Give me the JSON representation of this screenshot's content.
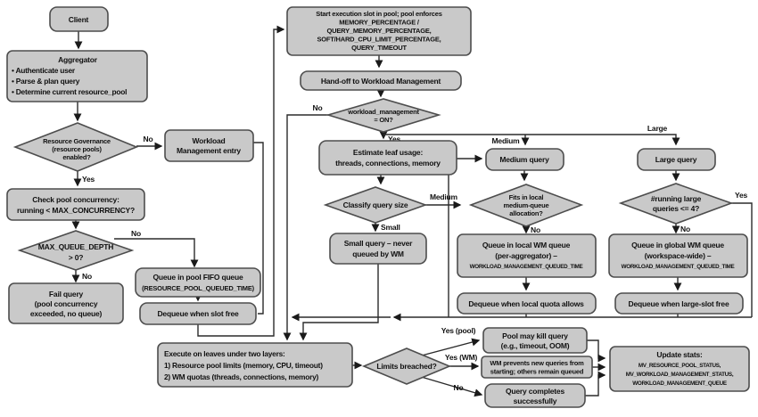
{
  "colors": {
    "node_fill": "#c9c9c9",
    "node_stroke": "#4d4d4d",
    "edge": "#2b2b2b",
    "text": "#111111",
    "background": "#ffffff"
  },
  "labels": {
    "yes": "Yes",
    "no": "No",
    "small": "Small",
    "medium": "Medium",
    "large": "Large",
    "yes_pool": "Yes (pool)",
    "yes_wm": "Yes (WM)"
  },
  "nodes": {
    "client": {
      "lines": [
        "Client"
      ]
    },
    "aggregator": {
      "lines": [
        "Aggregator",
        "• Authenticate user",
        "• Parse & plan query",
        "• Determine current resource_pool"
      ]
    },
    "rg": {
      "lines": [
        "Resource Governance",
        "(resource pools)",
        "enabled?"
      ]
    },
    "wm_entry": {
      "lines": [
        "Workload",
        "Management entry"
      ]
    },
    "check_pool": {
      "lines": [
        "Check pool concurrency:",
        "running < MAX_CONCURRENCY?"
      ]
    },
    "max_queue": {
      "lines": [
        "MAX_QUEUE_DEPTH",
        "> 0?"
      ]
    },
    "fail_query": {
      "lines": [
        "Fail query",
        "(pool concurrency",
        "exceeded, no queue)"
      ]
    },
    "fifo_queue": {
      "lines": [
        "Queue in pool FIFO queue",
        "(RESOURCE_POOL_QUEUED_TIME)"
      ]
    },
    "dequeue_slot": {
      "lines": [
        "Dequeue when slot free"
      ]
    },
    "start_slot": {
      "lines": [
        "Start execution slot in pool; pool enforces",
        "MEMORY_PERCENTAGE /",
        "QUERY_MEMORY_PERCENTAGE,",
        "SOFT/HARD_CPU_LIMIT_PERCENTAGE,",
        "QUERY_TIMEOUT"
      ]
    },
    "handoff": {
      "lines": [
        "Hand-off to Workload Management"
      ]
    },
    "wm_on": {
      "lines": [
        "workload_management",
        "= ON?"
      ]
    },
    "estimate": {
      "lines": [
        "Estimate leaf usage:",
        "threads, connections, memory"
      ]
    },
    "classify": {
      "lines": [
        "Classify query size"
      ]
    },
    "small_query": {
      "lines": [
        "Small query – never",
        "queued by WM"
      ]
    },
    "medium_query": {
      "lines": [
        "Medium query"
      ]
    },
    "fits_local": {
      "lines": [
        "Fits in local",
        "medium-queue",
        "allocation?"
      ]
    },
    "queue_local": {
      "lines": [
        "Queue in local WM queue",
        "(per-aggregator) –",
        "WORKLOAD_MANAGEMENT_QUEUED_TIME"
      ]
    },
    "dequeue_local": {
      "lines": [
        "Dequeue when local quota allows"
      ]
    },
    "large_query": {
      "lines": [
        "Large query"
      ]
    },
    "large_running": {
      "lines": [
        "#running large",
        "queries <= 4?"
      ]
    },
    "queue_global": {
      "lines": [
        "Queue in global WM queue",
        "(workspace-wide) –",
        "WORKLOAD_MANAGEMENT_QUEUED_TIME"
      ]
    },
    "dequeue_large": {
      "lines": [
        "Dequeue when large-slot free"
      ]
    },
    "execute": {
      "lines": [
        "Execute on leaves under two layers:",
        "1) Resource pool limits (memory, CPU, timeout)",
        "2) WM quotas (threads, connections, memory)"
      ]
    },
    "limits": {
      "lines": [
        "Limits breached?"
      ]
    },
    "pool_kill": {
      "lines": [
        "Pool may kill query",
        "(e.g., timeout, OOM)"
      ]
    },
    "wm_prevents": {
      "lines": [
        "WM prevents new queries from",
        "starting; others remain queued"
      ]
    },
    "query_completes": {
      "lines": [
        "Query completes",
        "successfully"
      ]
    },
    "update_stats": {
      "lines": [
        "Update stats:",
        "MV_RESOURCE_POOL_STATUS,",
        "MV_WORKLOAD_MANAGEMENT_STATUS,",
        "WORKLOAD_MANAGEMENT_QUEUE"
      ]
    }
  }
}
